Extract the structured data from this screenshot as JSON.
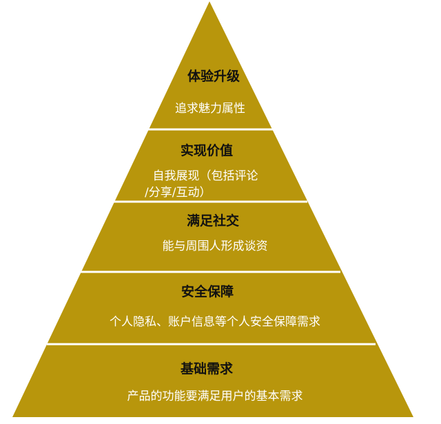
{
  "pyramid": {
    "fill_color": "#b8960c",
    "separator_color": "#ffffff",
    "tiers": [
      {
        "title": "体验升级",
        "description": "追求魅力属性"
      },
      {
        "title": "实现价值",
        "description": "自我展现（包括评论",
        "description_line2": "/分享/互动）"
      },
      {
        "title": "满足社交",
        "description": "能与周围人形成谈资"
      },
      {
        "title": "安全保障",
        "description": "个人隐私、账户信息等个人安全保障需求"
      },
      {
        "title": "基础需求",
        "description": "产品的功能要满足用户的基本需求"
      }
    ]
  }
}
